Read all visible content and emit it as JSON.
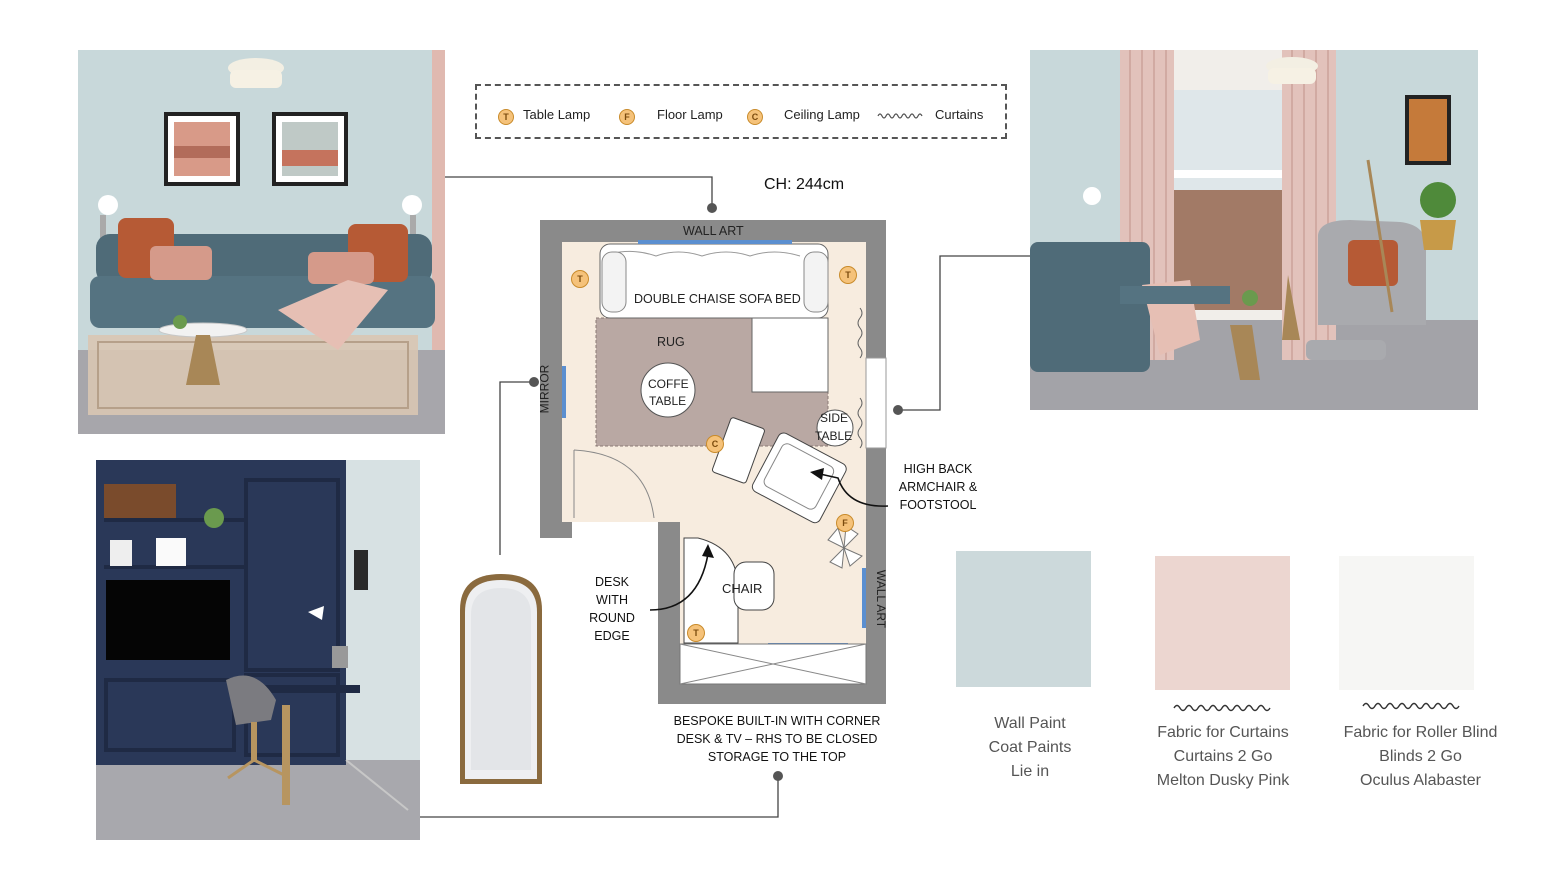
{
  "legend": {
    "items": [
      {
        "badge": "T",
        "label": "Table Lamp"
      },
      {
        "badge": "F",
        "label": "Floor Lamp"
      },
      {
        "badge": "C",
        "label": "Ceiling Lamp"
      },
      {
        "symbol": "wavy",
        "label": "Curtains"
      }
    ]
  },
  "ceiling_height": "CH: 244cm",
  "plan": {
    "wall_art_top": "WALL ART",
    "wall_art_right": "WALL ART",
    "sofa": "DOUBLE CHAISE SOFA BED",
    "rug": "RUG",
    "coffee_table_1": "COFFE",
    "coffee_table_2": "TABLE",
    "side_table_1": "SIDE",
    "side_table_2": "TABLE",
    "mirror": "MIRROR",
    "chair": "CHAIR",
    "lamp_badges": [
      "T",
      "T",
      "C",
      "F",
      "T"
    ]
  },
  "callouts": {
    "armchair": [
      "HIGH BACK",
      "ARMCHAIR &",
      "FOOTSTOOL"
    ],
    "desk": [
      "DESK",
      "WITH",
      "ROUND",
      "EDGE"
    ],
    "builtin": [
      "BESPOKE BUILT-IN WITH CORNER",
      "DESK & TV – RHS TO BE CLOSED",
      "STORAGE TO THE TOP"
    ]
  },
  "swatches": [
    {
      "color": "#ccd9db",
      "lines": [
        "Wall Paint",
        "Coat Paints",
        "Lie in"
      ]
    },
    {
      "color": "#ecd6d0",
      "lines": [
        "Fabric for Curtains",
        "Curtains 2 Go",
        "Melton Dusky Pink"
      ]
    },
    {
      "color": "#f6f6f4",
      "lines": [
        "Fabric for Roller Blind",
        "Blinds 2 Go",
        "Oculus Alabaster"
      ]
    }
  ],
  "colors": {
    "wall_blue": "#c8d8da",
    "sofa_teal": "#4f6b78",
    "cushion_rust": "#b65a35",
    "navy_cabinet": "#2a3858",
    "floor_plan_wall": "#8a8a8a",
    "badge_orange": "#f5c27a"
  }
}
